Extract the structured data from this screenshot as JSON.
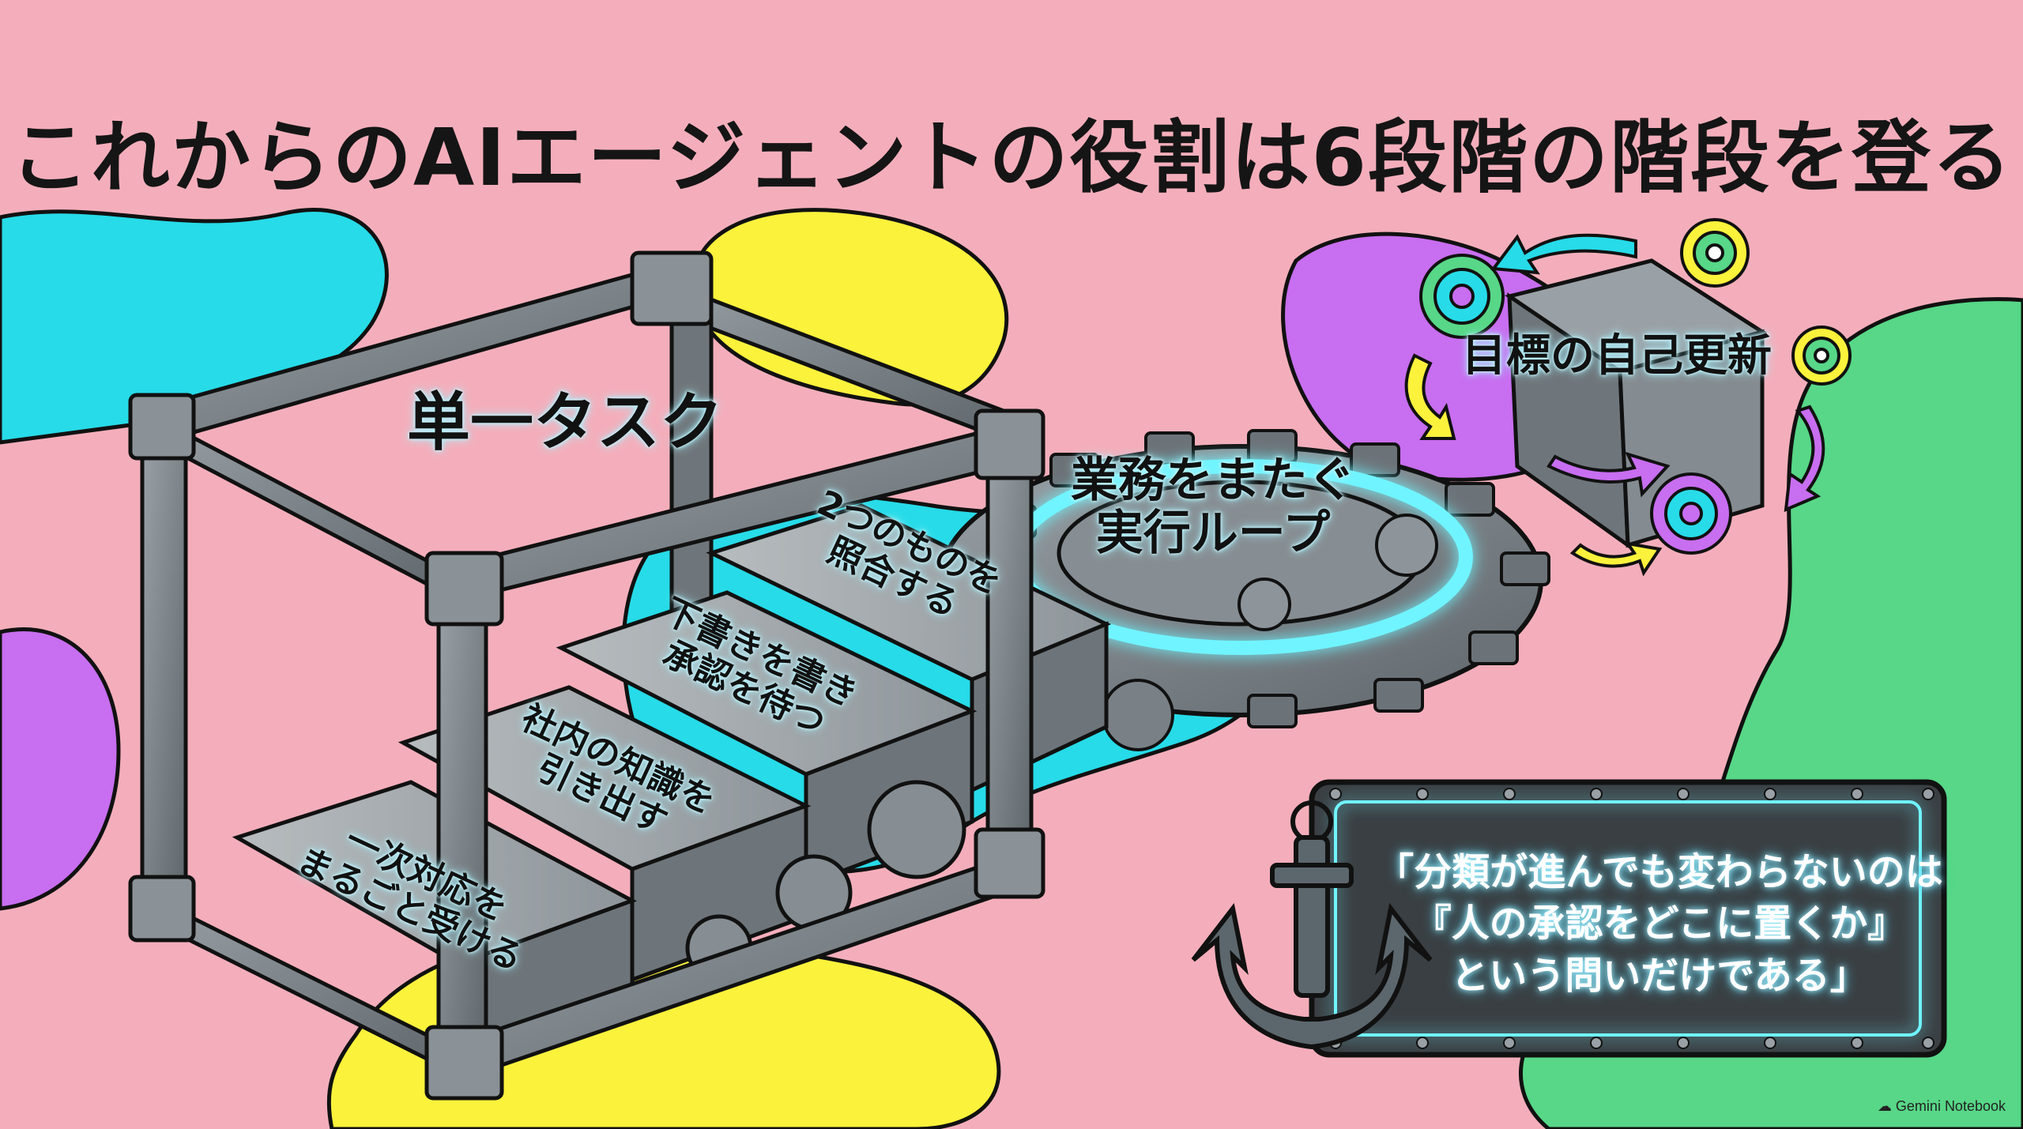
{
  "title": "これからのAIエージェントの役割は6段階の階段を登る",
  "stage_labels": {
    "step1": [
      "一次対応を",
      "まるごと受ける"
    ],
    "step2": [
      "社内の知識を",
      "引き出す"
    ],
    "step3": [
      "下書きを書き",
      "承認を待つ"
    ],
    "step4": [
      "2つのものを",
      "照合する"
    ],
    "single_task": "単一タスク",
    "loop": [
      "業務をまたぐ",
      "実行ループ"
    ],
    "goal_update": "目標の自己更新"
  },
  "quote": [
    "「分類が進んでも変わらないのは",
    "『人の承認をどこに置くか』",
    "という問いだけである」"
  ],
  "watermark": "Gemini Notebook",
  "colors": {
    "background": "#f4aebb",
    "cyan": "#27dbe8",
    "yellow": "#fbf23c",
    "purple": "#c86ef0",
    "green": "#57d787",
    "metal": "#7b8388",
    "plaque": "#3a3f43"
  }
}
